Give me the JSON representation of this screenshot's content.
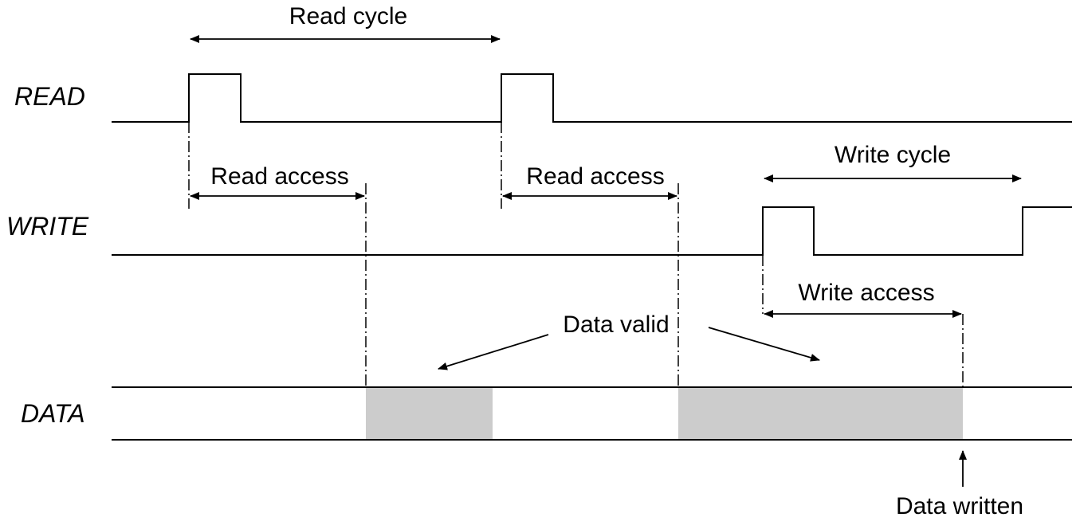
{
  "signals": {
    "read": "READ",
    "write": "WRITE",
    "data": "DATA"
  },
  "labels": {
    "read_cycle": "Read cycle",
    "read_access_1": "Read access",
    "read_access_2": "Read access",
    "write_cycle": "Write cycle",
    "write_access": "Write access",
    "data_valid": "Data valid",
    "data_written": "Data written"
  },
  "colors": {
    "line": "#000000",
    "data_valid_fill": "#cccccc",
    "background": "#ffffff"
  }
}
